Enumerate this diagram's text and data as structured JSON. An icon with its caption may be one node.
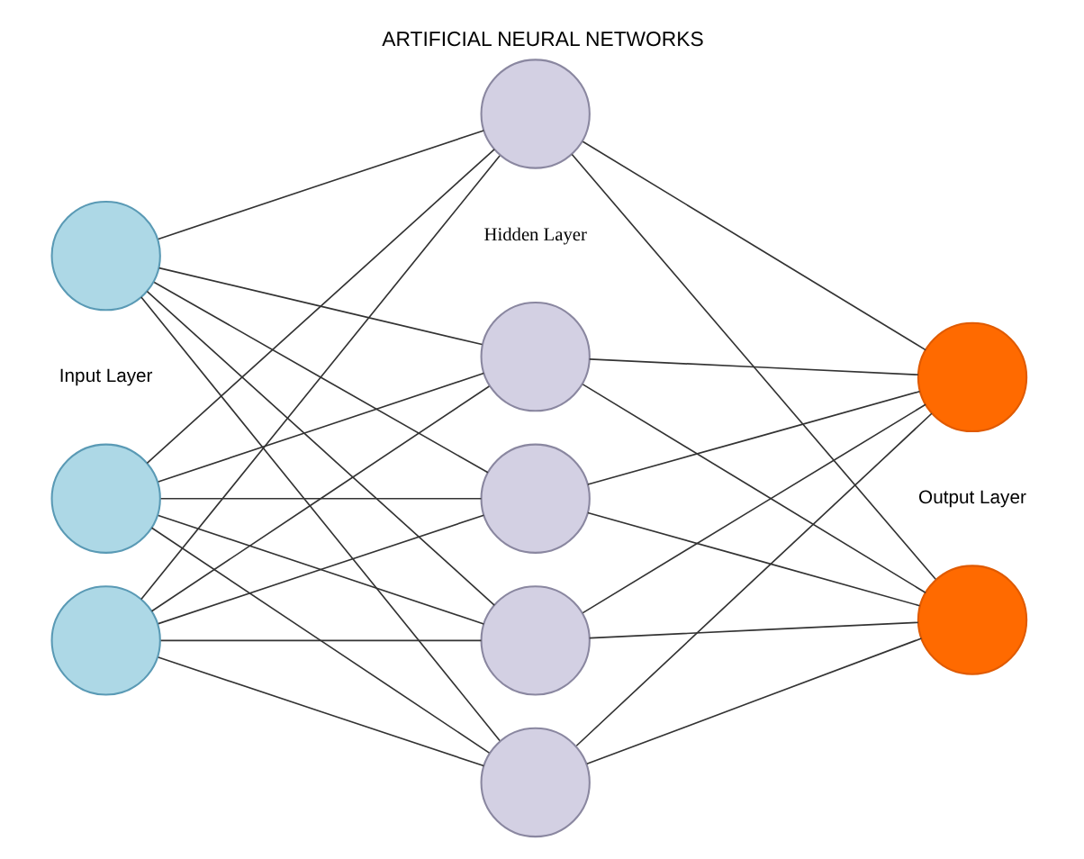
{
  "diagram": {
    "title": "ARTIFICIAL NEURAL NETWORKS",
    "nodes": [
      {
        "text": [],
        "shape": "circle"
      },
      {
        "text": [],
        "shape": "circle"
      },
      {
        "text": [],
        "shape": "circle"
      },
      {
        "text": [],
        "shape": "circle"
      },
      {
        "text": [],
        "shape": "circle"
      },
      {
        "text": [],
        "shape": "circle"
      },
      {
        "text": [],
        "shape": "circle"
      },
      {
        "text": [],
        "shape": "circle"
      },
      {
        "text": [],
        "shape": "circle"
      },
      {
        "text": [],
        "shape": "circle"
      }
    ],
    "edges": [
      {
        "from": 0,
        "to": 3,
        "arrow": "none"
      },
      {
        "from": 0,
        "to": 4,
        "arrow": "none"
      },
      {
        "from": 0,
        "to": 5,
        "arrow": "none"
      },
      {
        "from": 0,
        "to": 6,
        "arrow": "none"
      },
      {
        "from": 0,
        "to": 7,
        "arrow": "none"
      },
      {
        "from": 1,
        "to": 3,
        "arrow": "none"
      },
      {
        "from": 1,
        "to": 4,
        "arrow": "none"
      },
      {
        "from": 1,
        "to": 5,
        "arrow": "none"
      },
      {
        "from": 1,
        "to": 6,
        "arrow": "none"
      },
      {
        "from": 1,
        "to": 7,
        "arrow": "none"
      },
      {
        "from": 2,
        "to": 3,
        "arrow": "none"
      },
      {
        "from": 2,
        "to": 4,
        "arrow": "none"
      },
      {
        "from": 2,
        "to": 5,
        "arrow": "none"
      },
      {
        "from": 2,
        "to": 6,
        "arrow": "none"
      },
      {
        "from": 2,
        "to": 7,
        "arrow": "none"
      },
      {
        "from": 3,
        "to": 8,
        "arrow": "none"
      },
      {
        "from": 3,
        "to": 9,
        "arrow": "none"
      },
      {
        "from": 4,
        "to": 8,
        "arrow": "none"
      },
      {
        "from": 4,
        "to": 9,
        "arrow": "none"
      },
      {
        "from": 5,
        "to": 8,
        "arrow": "none"
      },
      {
        "from": 5,
        "to": 9,
        "arrow": "none"
      },
      {
        "from": 6,
        "to": 8,
        "arrow": "none"
      },
      {
        "from": 6,
        "to": 9,
        "arrow": "none"
      },
      {
        "from": 7,
        "to": 8,
        "arrow": "none"
      },
      {
        "from": 7,
        "to": 9,
        "arrow": "none"
      }
    ],
    "labels": [
      "Input Layer",
      "Hidden Layer",
      "Output Layer"
    ]
  }
}
